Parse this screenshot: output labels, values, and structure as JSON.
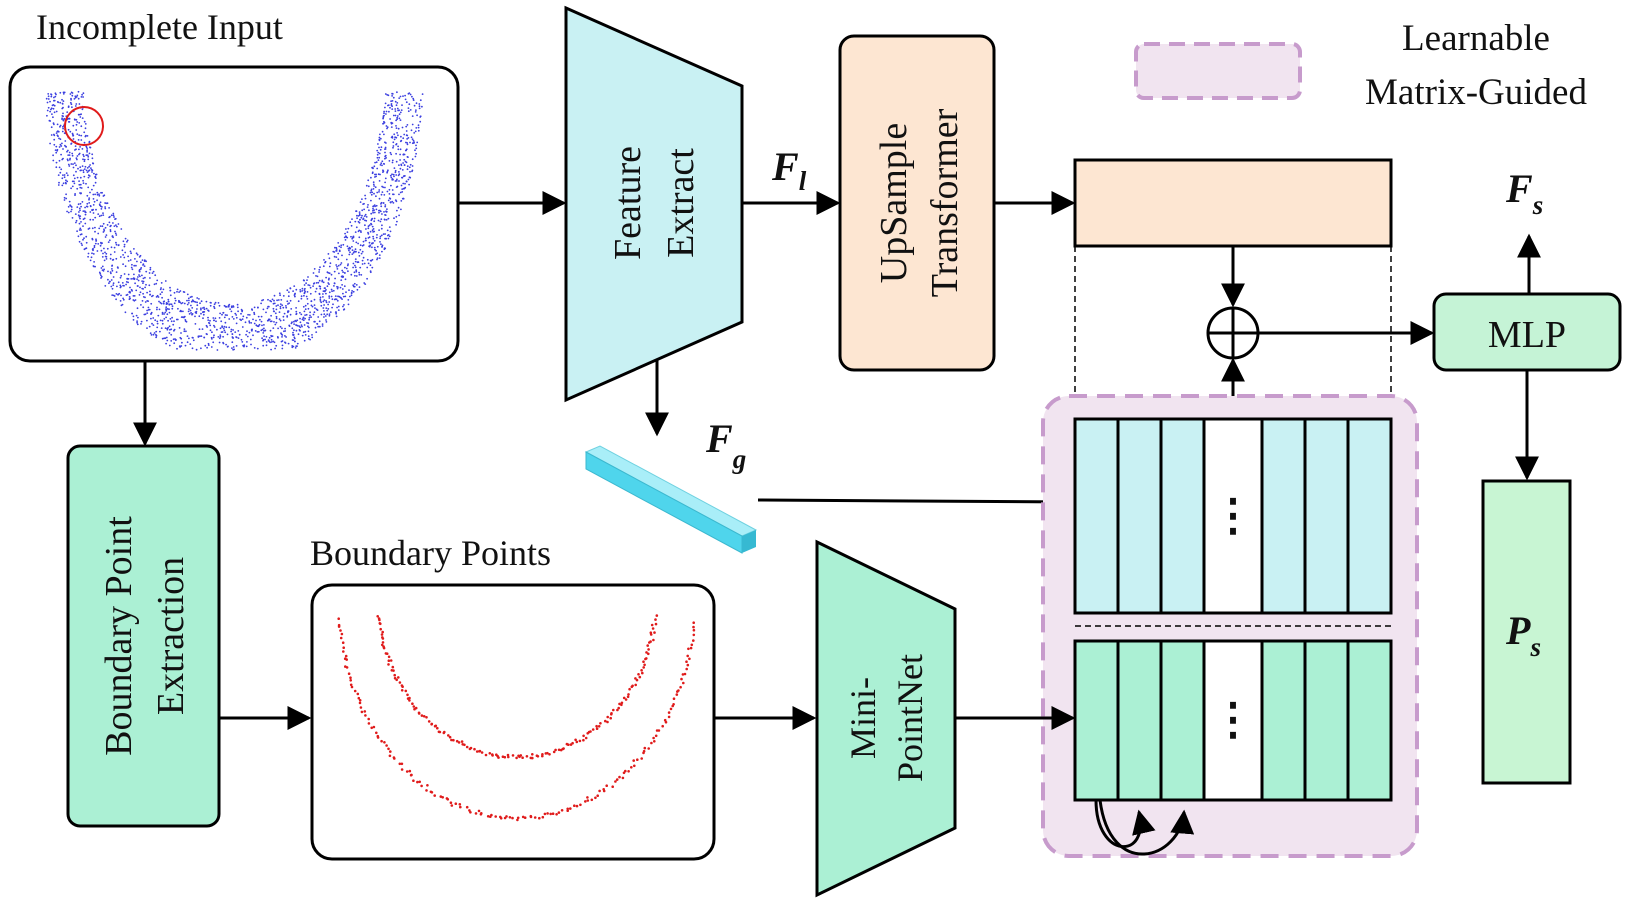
{
  "labels": {
    "incomplete_input": "Incomplete Input",
    "boundary_points": "Boundary Points",
    "legend_line1": "Learnable",
    "legend_line2": "Matrix-Guided",
    "feature_extract_1": "Feature",
    "feature_extract_2": "Extract",
    "upsample_1": "UpSample",
    "upsample_2": "Transformer",
    "boundary_extract_1": "Boundary Point",
    "boundary_extract_2": "Extraction",
    "mini_pointnet_1": "Mini-",
    "mini_pointnet_2": "PointNet",
    "mlp": "MLP",
    "ellipsis": "⋮",
    "fl_main": "F",
    "fl_sub": "l",
    "fg_main": "F",
    "fg_sub": "g",
    "fs_main": "F",
    "fs_sub": "s",
    "ps_main": "P",
    "ps_sub": "s",
    "oplus": "⊕"
  },
  "colors": {
    "feature_extract_fill": "#c9f1f3",
    "upsample_fill": "#fde6d2",
    "green_fill": "#abf0d4",
    "mlp_fill": "#c5f3d6",
    "ps_fill": "#c8f5d3",
    "legend_border": "#c79bcc",
    "legend_fill": "#f1e4f0",
    "cyan_bar": "#4fd5ec",
    "blue_points": "#3b3fe0",
    "red_points": "#e01b1b"
  }
}
